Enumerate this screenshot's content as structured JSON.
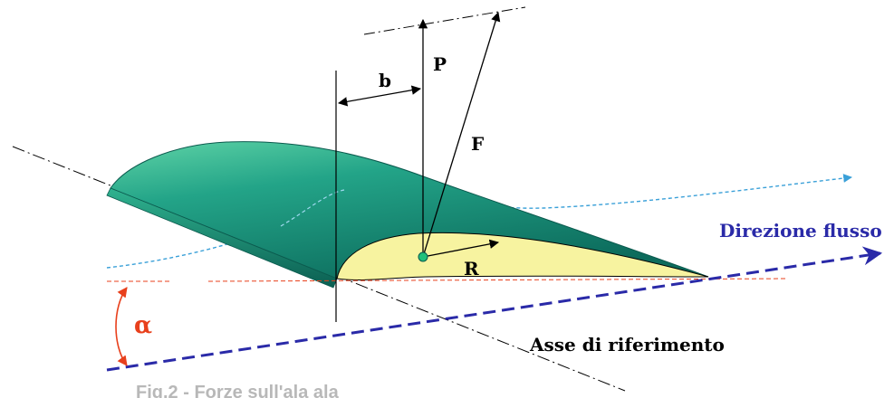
{
  "labels": {
    "b": "b",
    "P": "P",
    "F": "F",
    "R": "R",
    "flow_direction": "Direzione flusso",
    "reference_axis": "Asse di riferimento",
    "alpha": "α",
    "caption": "Fig.2 - Forze sull'ala ala"
  },
  "colors": {
    "wing_top": "#1f9e83",
    "wing_top_light": "#3dbf9a",
    "wing_top_dark": "#0f6e60",
    "airfoil_fill": "#f7f3a0",
    "flow_line": "#3aa0d8",
    "flow_arrow": "#2a2aa8",
    "alpha_color": "#e8401c",
    "ref_red": "#e8401c",
    "text": "#000000",
    "caption": "#b8b8b8",
    "center_point": "#22c07a"
  }
}
